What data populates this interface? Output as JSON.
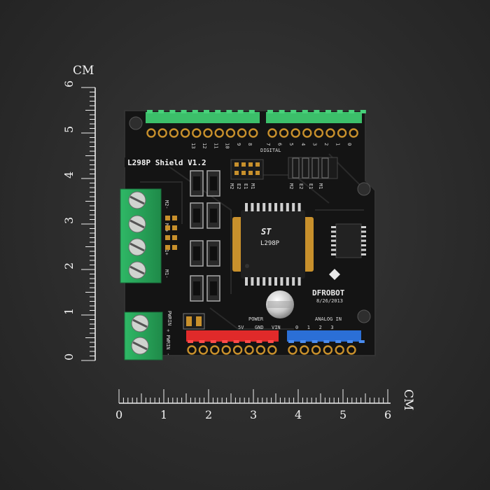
{
  "scale": {
    "unit_label": "CM",
    "vertical_numbers": [
      "6",
      "5",
      "4",
      "3",
      "2",
      "1",
      "0"
    ],
    "horizontal_numbers": [
      "0",
      "1",
      "2",
      "3",
      "4",
      "5",
      "6"
    ]
  },
  "board": {
    "title": "L298P Shield V1.2",
    "brand": "DFROBOT",
    "date": "8/26/2013",
    "chip_brand": "ST",
    "chip_label": "L298P",
    "section_digital": "DIGITAL",
    "section_power": "POWER",
    "section_analog": "ANALOG IN",
    "power_pins": [
      "5V",
      "GND",
      "VIN"
    ],
    "analog_pins": [
      "0",
      "1",
      "2",
      "3"
    ],
    "digital_top_left": [
      "13",
      "12",
      "11",
      "10",
      "9",
      "8"
    ],
    "digital_top_right": [
      "7",
      "6",
      "5",
      "4",
      "3",
      "2",
      "1",
      "0"
    ],
    "jumper_labels": [
      "M2",
      "E2",
      "E1",
      "M1"
    ],
    "terminal_labels": [
      "M2-",
      "M2+",
      "M1+",
      "M1-"
    ],
    "pwr_labels": [
      "PWRIN",
      "+ PWRIN",
      "-"
    ]
  },
  "colors": {
    "background": "#2c2c2c",
    "pcb": "#161616",
    "terminal_green": "#27a55a",
    "header_green": "#3cbf6a",
    "power_red": "#e02a2a",
    "analog_blue": "#2b6fd6",
    "gold": "#c8902c"
  }
}
